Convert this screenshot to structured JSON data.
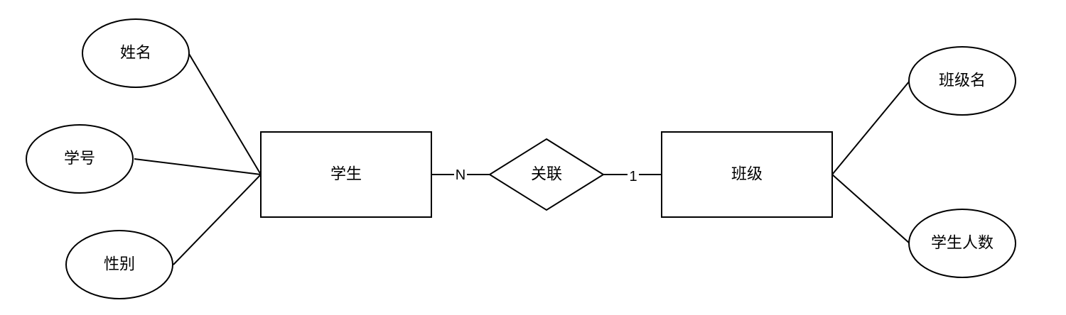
{
  "entities": {
    "student": "学生",
    "class": "班级"
  },
  "relationship": {
    "label": "关联",
    "student_cardinality": "N",
    "class_cardinality": "1"
  },
  "attributes": {
    "student": [
      "姓名",
      "学号",
      "性别"
    ],
    "class": [
      "班级名",
      "学生人数"
    ]
  },
  "colors": {
    "stroke": "#000000",
    "fill": "#ffffff"
  }
}
